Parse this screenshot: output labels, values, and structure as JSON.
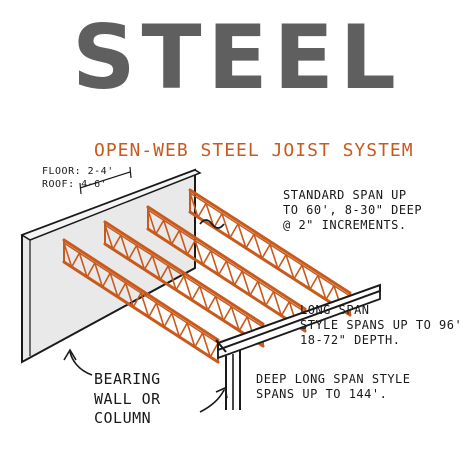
{
  "title": "STEEL",
  "subtitle": "OPEN-WEB STEEL JOIST SYSTEM",
  "spacing_note": {
    "floor": "FLOOR: 2-4'",
    "roof": "ROOF: 4-6'"
  },
  "standard_span_note": [
    "STANDARD SPAN UP",
    "TO 60', 8-30\" DEEP",
    "@ 2\" INCREMENTS."
  ],
  "long_span_note": [
    "LONG SPAN",
    "STYLE SPANS UP TO 96'",
    "18-72\" DEPTH."
  ],
  "deep_long_span_note": [
    "DEEP LONG SPAN STYLE",
    "SPANS UP TO 144'."
  ],
  "bearing_note": [
    "BEARING",
    "WALL OR",
    "COLUMN"
  ],
  "colors": {
    "title": "#5f5f5f",
    "accent": "#c85a1e",
    "ink": "#1a1a1a",
    "wall": "#e9e9e9"
  }
}
